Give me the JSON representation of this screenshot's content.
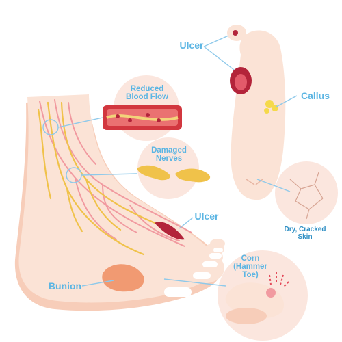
{
  "labels": {
    "reduced_blood_flow": [
      "Reduced",
      "Blood Flow"
    ],
    "damaged_nerves": [
      "Damaged",
      "Nerves"
    ],
    "ulcer_sole": "Ulcer",
    "callus": "Callus",
    "ulcer_foot": "Ulcer",
    "dry_cracked_skin": [
      "Dry, Cracked",
      "Skin"
    ],
    "bunion": "Bunion",
    "corn_hammer_toe": [
      "Corn",
      "(Hammer",
      "Toe)"
    ]
  },
  "colors": {
    "label": "#5bb5e3",
    "skin": "#fbe3d6",
    "skin_shadow": "#f7cdb9",
    "nail": "#ffffff",
    "blood_vessel": "#f19aa0",
    "nerve": "#f0c24a",
    "ulcer": "#b3243a",
    "callus": "#f5d94a",
    "leader_line": "#8ec9ea",
    "circle_bg": "#fbe6de"
  }
}
